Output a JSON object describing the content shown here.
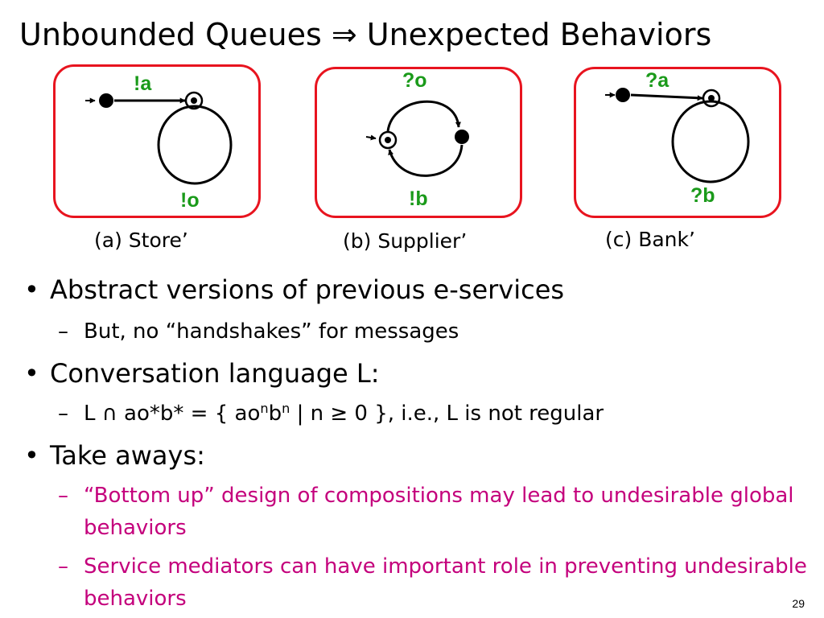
{
  "slide": {
    "title": "Unbounded Queues ⇒ Unexpected Behaviors",
    "page_number": "29"
  },
  "colors": {
    "box_border": "#e8141f",
    "label_green": "#1a9a1a",
    "emphasis_magenta": "#c4007c"
  },
  "diagrams": [
    {
      "caption": "(a) Store’",
      "top_label": "!a",
      "bottom_label": "!o"
    },
    {
      "caption": "(b) Supplier’",
      "top_label": "?o",
      "bottom_label": "!b"
    },
    {
      "caption": "(c) Bank’",
      "top_label": "?a",
      "bottom_label": "?b"
    }
  ],
  "bullets": {
    "b1": "Abstract versions of previous e-services",
    "b1_sub": "But, no “handshakes” for messages",
    "b2": "Conversation language L:",
    "b2_sub": {
      "p1": "L ∩ ao*b* = { ao",
      "sup1": "n",
      "p2": "b",
      "sup2": "n",
      "p3": " | n ≥ 0 }, i.e., L is not regular"
    },
    "b3": "Take aways:",
    "b3_sub1": "“Bottom up” design of compositions may lead to undesirable global behaviors",
    "b3_sub2": "Service mediators can have important role in preventing undesirable behaviors"
  }
}
